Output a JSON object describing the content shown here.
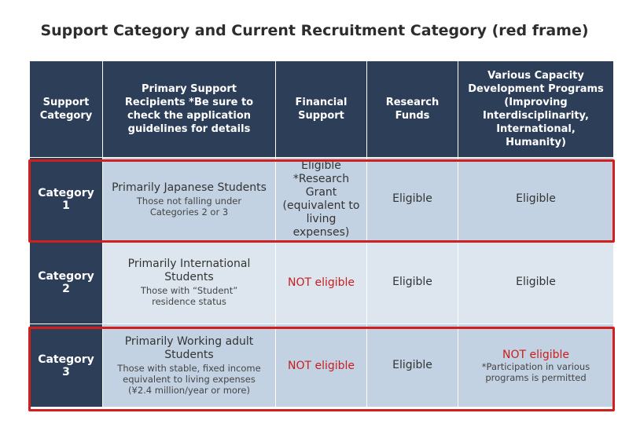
{
  "title": "Support Category and Current Recruitment Category (red frame)",
  "header": {
    "col1": "Support Category",
    "col2": "Primary Support Recipients *Be sure to check the application guidelines for details",
    "col3": "Financial Support",
    "col4": "Research Funds",
    "col5": "Various Capacity Development Programs (Improving Interdisciplinarity, International, Humanity)"
  },
  "rows": [
    {
      "category": "Category 1",
      "recipients": "Primarily Japanese Students",
      "recipients_note": "Those not falling under Categories 2 or 3",
      "financial": "Eligible *Research Grant (equivalent to living expenses)",
      "research": "Eligible",
      "programs": "Eligible",
      "programs_note": "",
      "highlighted": true
    },
    {
      "category": "Category 2",
      "recipients": "Primarily International Students",
      "recipients_note": "Those with “Student” residence status",
      "financial": "NOT eligible",
      "research": "Eligible",
      "programs": "Eligible",
      "programs_note": "",
      "highlighted": false
    },
    {
      "category": "Category 3",
      "recipients": "Primarily Working adult Students",
      "recipients_note": "Those with stable, fixed income equivalent to living expenses (¥2.4 million/year or more)",
      "financial": "NOT eligible",
      "research": "Eligible",
      "programs": "NOT eligible",
      "programs_note": "*Participation in various programs is permitted",
      "highlighted": true
    }
  ],
  "colors": {
    "header_bg": "#2c3e58",
    "row_dark": "#c3d2e2",
    "row_light": "#dde6ef",
    "not_eligible": "#c81e1e",
    "frame": "#d11f1f"
  }
}
